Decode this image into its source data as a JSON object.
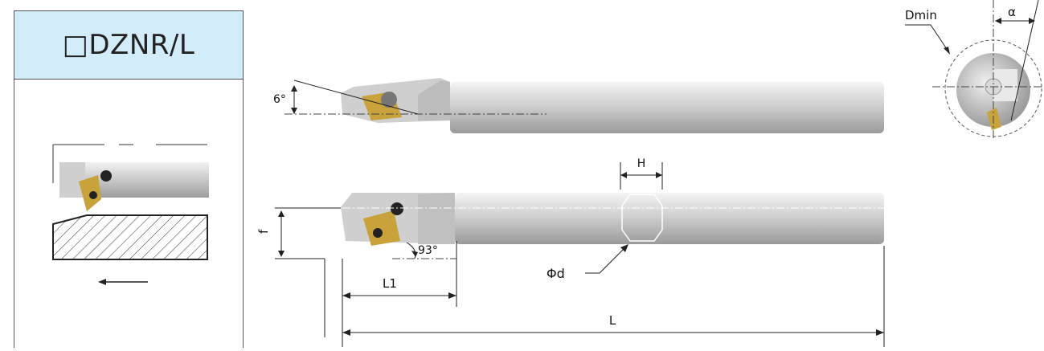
{
  "title_box": {
    "label": "□DZNR/L"
  },
  "dimensions": {
    "angle_6": "6°",
    "angle_93": "93°",
    "f": "f",
    "H": "H",
    "phi_d": "Φd",
    "L1": "L1",
    "L": "L",
    "Dmin": "Dmin",
    "alpha": "α"
  },
  "colors": {
    "title_bg": "#d3ecfa",
    "insert": "#c8a23a",
    "shank": "#d9d9d9"
  }
}
